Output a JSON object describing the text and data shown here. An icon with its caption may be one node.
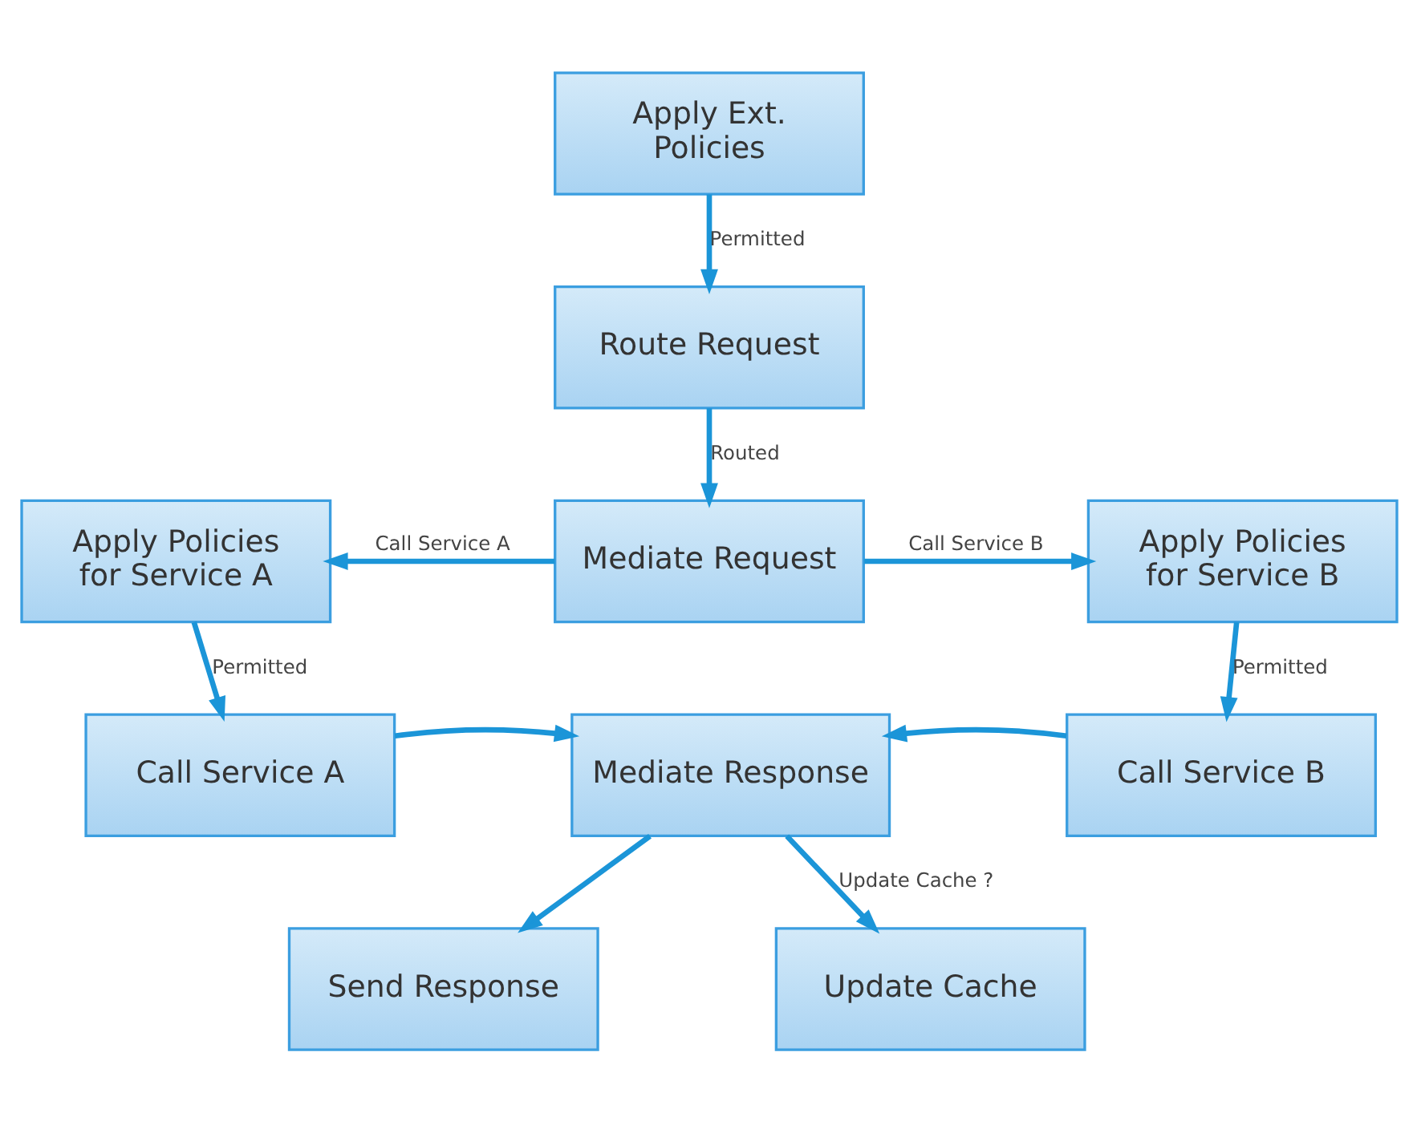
{
  "diagram": {
    "nodes": [
      {
        "text": [
          "Apply Ext. Policies"
        ]
      },
      {
        "text": [
          "Route Request"
        ]
      },
      {
        "text": [
          "Apply Policies for Service A"
        ]
      },
      {
        "text": [
          "Mediate Request"
        ]
      },
      {
        "text": [
          "Apply Policies for Service B"
        ]
      },
      {
        "text": [
          "Call Service A"
        ]
      },
      {
        "text": [
          "Mediate Response"
        ]
      },
      {
        "text": [
          "Call Service B"
        ]
      },
      {
        "text": [
          "Send Response"
        ]
      },
      {
        "text": [
          "Update Cache"
        ]
      }
    ],
    "edges": [
      {
        "from": 0,
        "to": 1,
        "arrow": "to",
        "label": "Permitted"
      },
      {
        "from": 1,
        "to": 3,
        "arrow": "to",
        "label": "Routed"
      },
      {
        "from": 3,
        "to": 2,
        "arrow": "to",
        "label": "Call Service A"
      },
      {
        "from": 3,
        "to": 4,
        "arrow": "to",
        "label": "Call Service B"
      },
      {
        "from": 2,
        "to": 5,
        "arrow": "to",
        "label": "Permitted"
      },
      {
        "from": 4,
        "to": 7,
        "arrow": "to",
        "label": "Permitted"
      },
      {
        "from": 5,
        "to": 6,
        "arrow": "to"
      },
      {
        "from": 7,
        "to": 6,
        "arrow": "to"
      },
      {
        "from": 6,
        "to": 8,
        "arrow": "to"
      },
      {
        "from": 6,
        "to": 9,
        "arrow": "to",
        "label": "Update Cache ?"
      }
    ]
  }
}
